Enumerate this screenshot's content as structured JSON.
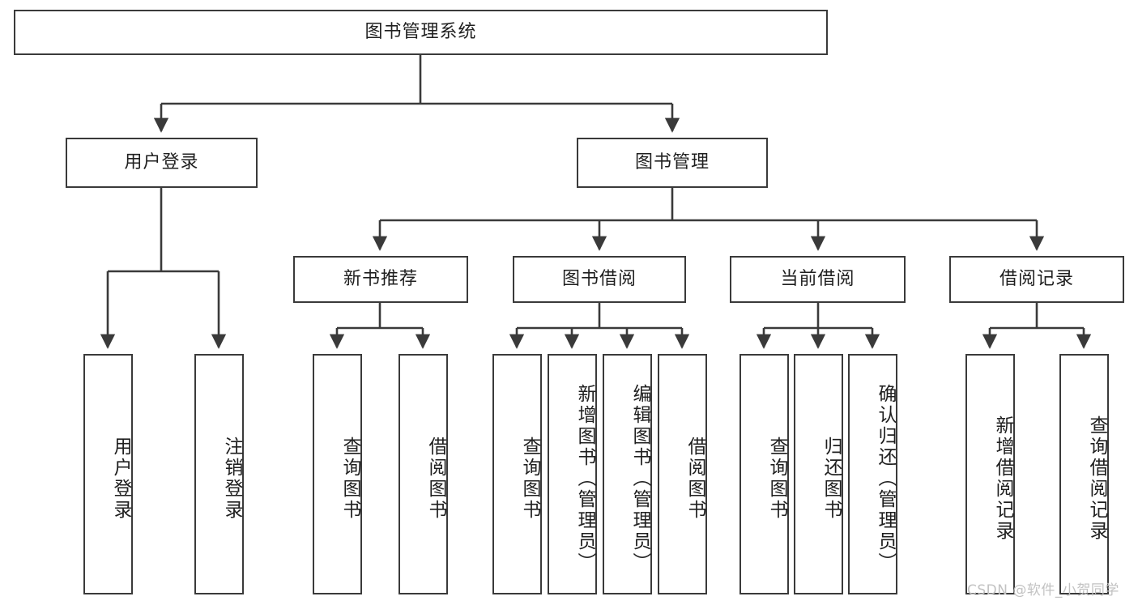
{
  "diagram": {
    "title": "图书管理系统",
    "watermark": "CSDN @软件_小贺同学",
    "style": {
      "border_color": "#3a3a3a",
      "text_color": "#1f1f1f",
      "background": "#ffffff",
      "edge_color": "#3a3a3a",
      "watermark_color": "#c2c2c2"
    }
  },
  "nodes": {
    "root": {
      "label": "图书管理系统"
    },
    "level2": [
      {
        "label": "用户登录"
      },
      {
        "label": "图书管理"
      }
    ],
    "level3": [
      {
        "label": "新书推荐"
      },
      {
        "label": "图书借阅"
      },
      {
        "label": "当前借阅"
      },
      {
        "label": "借阅记录"
      }
    ],
    "leaves": {
      "user_login": [
        {
          "label": "用户登录"
        },
        {
          "label": "注销登录"
        }
      ],
      "new_book": [
        {
          "label": "查询图书"
        },
        {
          "label": "借阅图书"
        }
      ],
      "book_borrow": [
        {
          "label": "查询图书"
        },
        {
          "label": "新增图书（管理员）"
        },
        {
          "label": "编辑图书（管理员）"
        },
        {
          "label": "借阅图书"
        }
      ],
      "current_borrow": [
        {
          "label": "查询图书"
        },
        {
          "label": "归还图书"
        },
        {
          "label": "确认归还（管理员）"
        }
      ],
      "borrow_record": [
        {
          "label": "新增借阅记录"
        },
        {
          "label": "查询借阅记录"
        }
      ]
    }
  }
}
